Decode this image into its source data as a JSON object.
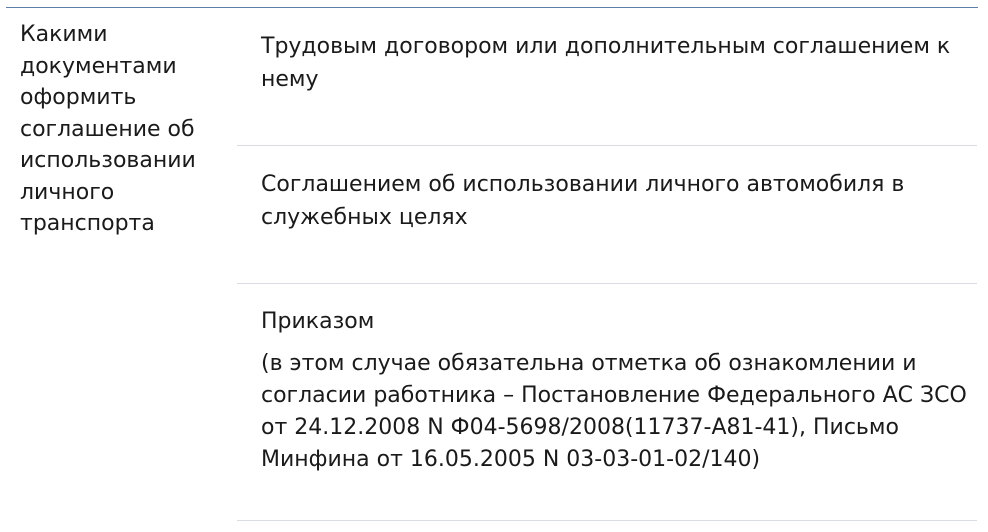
{
  "question": "Какими документами оформить соглашение об использовании личного транспорта",
  "answers": [
    {
      "text": "Трудовым договором или дополнительным соглашением к нему"
    },
    {
      "text": "Соглашением об использовании личного автомобиля в служебных целях"
    },
    {
      "text": "Приказом",
      "note": "(в этом случае обязательна отметка об ознакомлении и согласии работника – Постановление Федерального АС ЗСО от 24.12.2008 N Ф04-5698/2008(11737-А81-41), Письмо Минфина от 16.05.2005 N 03-03-01-02/140)"
    }
  ]
}
